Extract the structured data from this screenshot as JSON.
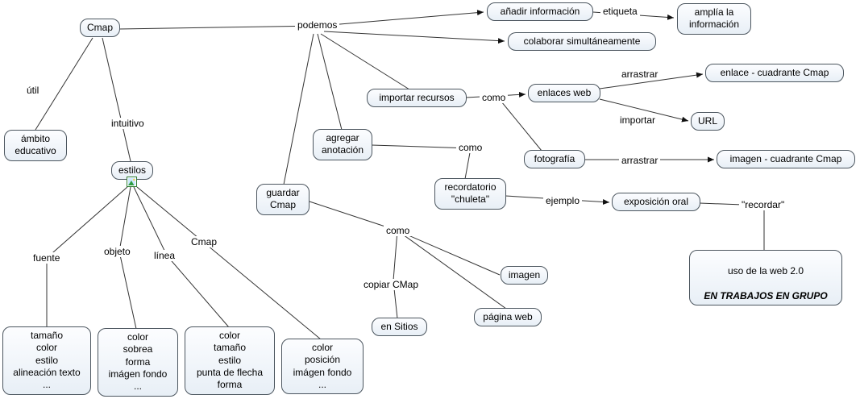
{
  "nodes": {
    "cmap": "Cmap",
    "podemos": "podemos",
    "anadir_informacion": "añadir información",
    "etiqueta": "etiqueta",
    "amplia_informacion": "amplía la\ninformación",
    "colaborar": "colaborar simultáneamente",
    "util": "útil",
    "intuitivo": "intuitivo",
    "ambito_educativo": "ámbito\neducativo",
    "importar_recursos": "importar recursos",
    "como_1": "como",
    "enlaces_web": "enlaces web",
    "arrastrar_1": "arrastrar",
    "enlace_cuadrante": "enlace - cuadrante Cmap",
    "importar": "importar",
    "url": "URL",
    "agregar_anotacion": "agregar\nanotación",
    "como_2": "como",
    "fotografia": "fotografía",
    "arrastrar_2": "arrastrar",
    "imagen_cuadrante": "imagen - cuadrante Cmap",
    "estilos": "estilos",
    "guardar_cmap": "guardar\nCmap",
    "recordatorio": "recordatorio\n\"chuleta\"",
    "ejemplo": "ejemplo",
    "exposicion_oral": "exposición oral",
    "recordar": "\"recordar\"",
    "como_3": "como",
    "web2_line1": "uso de la web 2.0",
    "web2_line2": "EN TRABAJOS EN GRUPO",
    "fuente": "fuente",
    "objeto": "objeto",
    "linea": "línea",
    "cmap_2": "Cmap",
    "copiar_cmap": "copiar CMap",
    "imagen": "imagen",
    "en_sitios": "en Sitios",
    "pagina_web": "página web",
    "estilo_fuente": "tamaño\ncolor\nestilo\nalineación texto\n...",
    "estilo_objeto": "color\nsobrea\nforma\nimágen fondo\n...",
    "estilo_linea": "color\ntamaño\nestilo\npunta de flecha\nforma",
    "estilo_cmap": "color\nposición\nimágen fondo\n..."
  },
  "colors": {
    "node_border": "#4c565f",
    "node_fill": "#e8eff6",
    "line": "#333333"
  }
}
